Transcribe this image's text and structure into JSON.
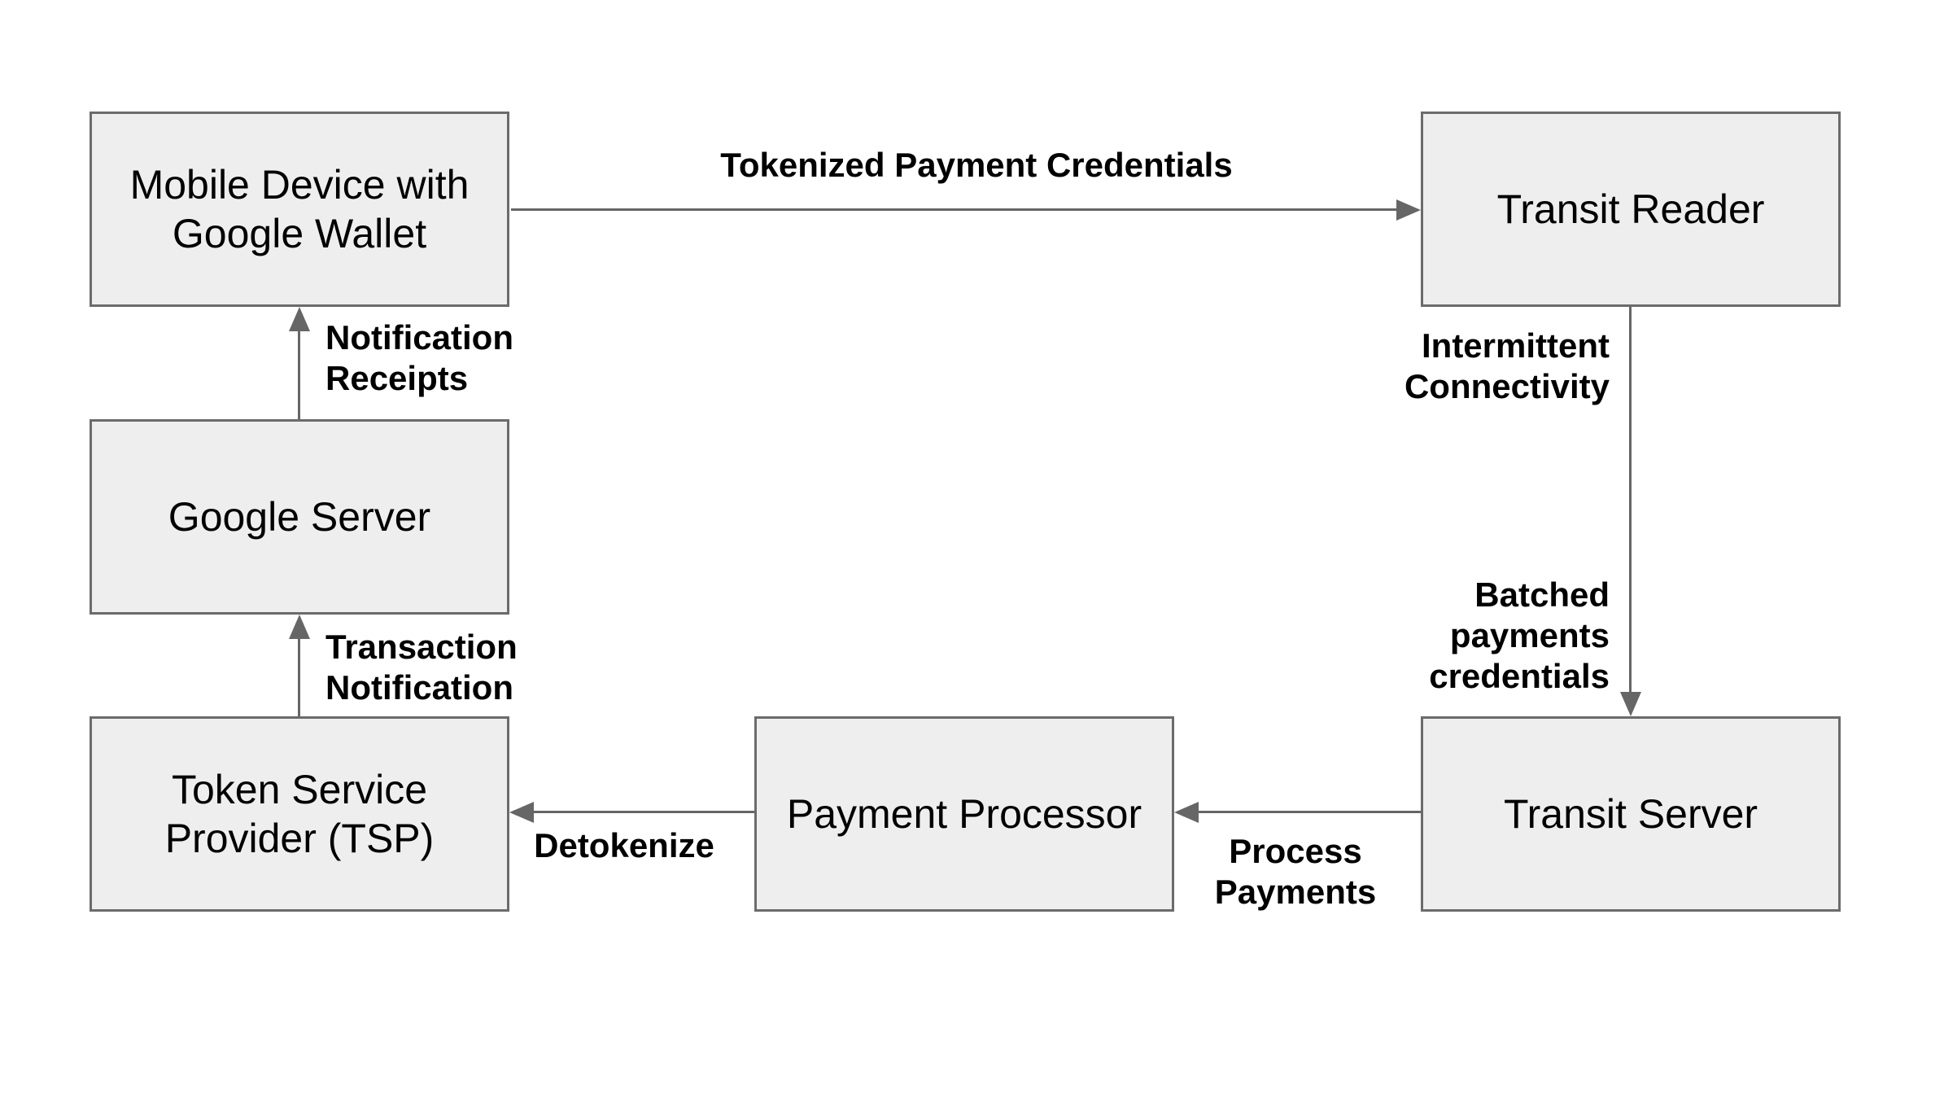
{
  "diagram": {
    "background_color": "#ffffff",
    "box_fill_color": "#eeeeee",
    "box_border_color": "#6b6b6b",
    "arrow_color": "#666666",
    "text_color": "#000000",
    "nodes": {
      "mobile_device": {
        "line1": "Mobile Device with",
        "line2": "Google Wallet"
      },
      "transit_reader": {
        "line1": "Transit Reader"
      },
      "google_server": {
        "line1": "Google Server"
      },
      "token_service_provider": {
        "line1": "Token Service",
        "line2": "Provider (TSP)"
      },
      "payment_processor": {
        "line1": "Payment Processor"
      },
      "transit_server": {
        "line1": "Transit Server"
      }
    },
    "edge_labels": {
      "tokenized_payment_credentials": {
        "line1": "Tokenized Payment Credentials"
      },
      "notification_receipts": {
        "line1": "Notification",
        "line2": "Receipts"
      },
      "intermittent_connectivity": {
        "line1": "Intermittent",
        "line2": "Connectivity"
      },
      "batched_payments_credentials": {
        "line1": "Batched",
        "line2": "payments",
        "line3": "credentials"
      },
      "transaction_notification": {
        "line1": "Transaction",
        "line2": "Notification"
      },
      "detokenize": {
        "line1": "Detokenize"
      },
      "process_payments": {
        "line1": "Process",
        "line2": "Payments"
      }
    }
  }
}
